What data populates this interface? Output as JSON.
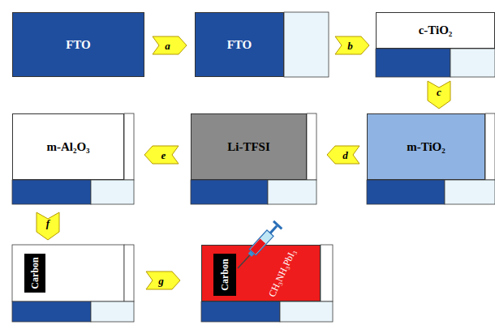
{
  "diagram": {
    "nodes": [
      {
        "text": [
          "FTO"
        ]
      },
      {
        "text": [
          "a"
        ]
      },
      {
        "text": [
          "FTO"
        ]
      },
      {
        "text": [
          "b"
        ]
      },
      {
        "text": [
          "c-TiO₂"
        ]
      },
      {
        "text": [
          "c"
        ]
      },
      {
        "text": [
          "m-TiO₂"
        ]
      },
      {
        "text": [
          "d"
        ]
      },
      {
        "text": [
          "Li-TFSI"
        ]
      },
      {
        "text": [
          "e"
        ]
      },
      {
        "text": [
          "m-Al₂O₃"
        ]
      },
      {
        "text": [
          "f"
        ]
      },
      {
        "text": [
          "Carbon"
        ]
      },
      {
        "text": [
          "g"
        ]
      },
      {
        "text": [
          "CH₃NH₃PbI₃"
        ]
      },
      {
        "text": [
          "Carbon"
        ],
        "in": 14
      }
    ]
  }
}
